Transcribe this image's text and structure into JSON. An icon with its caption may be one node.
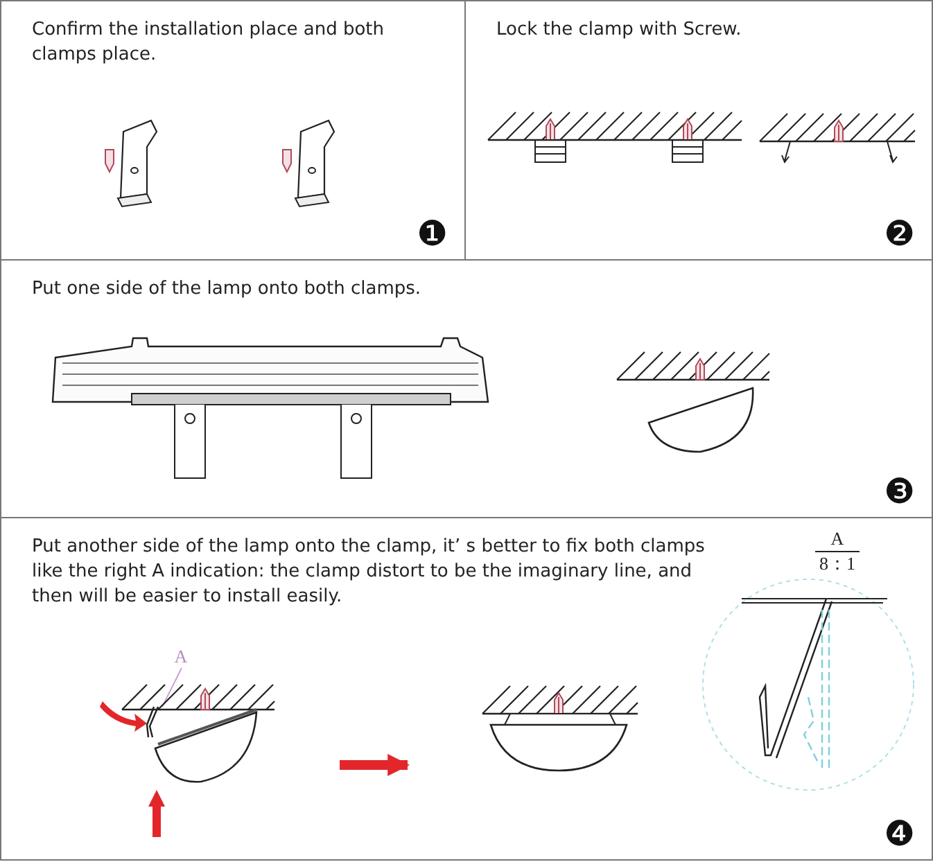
{
  "diagram": {
    "nodes": [
      {
        "text": [
          "Confirm the installation place and both clamps place.",
          "❶"
        ]
      },
      {
        "text": [
          "Lock the clamp with Screw.",
          "❷"
        ]
      },
      {
        "text": [
          "Put one side of the lamp onto both clamps.",
          "❸"
        ]
      },
      {
        "text": [
          "Put another side of the lamp onto the clamp, it’ s better to fix both clamps like the right A indication: the clamp distort to be the imaginary line, and then will be easier to install easily.",
          "❹"
        ]
      },
      {
        "text": [
          "A"
        ],
        "in": 3
      },
      {
        "text": [],
        "shape": "picture",
        "in": 3
      },
      {
        "text": [],
        "shape": "picture",
        "in": 5
      },
      {
        "text": [],
        "shape": "picture",
        "in": 3
      }
    ],
    "edges": [
      {
        "from": 4,
        "to": 6,
        "arrow": "none",
        "color": "#c9a3d1"
      },
      {
        "from": 5,
        "to": 7,
        "arrow": "to",
        "style": "thick",
        "color": "#e3262a"
      }
    ],
    "labels": [
      "A",
      "8：1"
    ]
  }
}
